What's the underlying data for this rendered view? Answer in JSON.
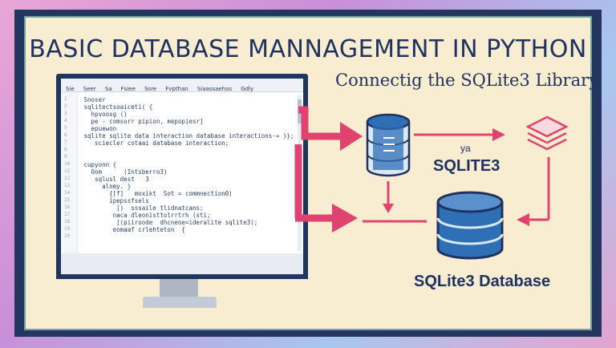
{
  "title": "BASIC DATABASE MANNAGEMENT IN PYTHON",
  "subtitle": "Connectig the SQLite3 Library",
  "editor": {
    "menu": [
      "Sie",
      "Seer",
      "Sa",
      "Fsiee",
      "Ssre",
      "Fvpthan",
      "Siaassaehos",
      "Gdly"
    ],
    "lines": [
      " Snoser",
      " sqlitectsoaiceti( {",
      "   hpvoosg ()",
      "   pe - comsorr pipion, mepopiesr]",
      "   epuewon",
      " sqlite sqlite data interaction database interactions-= )};",
      "    sciecler cotaai database interaction;",
      "",
      "",
      " cupyonn {",
      "   Oom      (Intsberro3)",
      "    sqlusl dest   3",
      "      alnmy. }",
      "        {[f]   moxikt  Sot = commnection0)",
      "        ipepssfsels",
      "          [)  sssaile tlidnatcans;",
      "         naca dleonisttolrrtrh (sti;",
      "          [(piiroode  dhcneoe=ideralite sqlite3);",
      "         eomaaf crlehteton  {"
    ],
    "line_numbers": [
      "1",
      "2",
      "3",
      "4",
      "5",
      "6",
      "7",
      "8",
      "9",
      "10",
      "11",
      "12",
      "13",
      "14",
      "15",
      "16",
      "17",
      "18",
      "19",
      "20"
    ]
  },
  "labels": {
    "ya": "ya",
    "sqlite3": "SQLITE3",
    "database": "SQLite3 Database"
  },
  "colors": {
    "arrow": "#e0436f",
    "db_blue": "#2f6fb5",
    "db_light": "#dbe8f6",
    "navy": "#1f3261"
  },
  "icons": [
    "small-database-icon",
    "layers-icon",
    "large-database-icon"
  ]
}
